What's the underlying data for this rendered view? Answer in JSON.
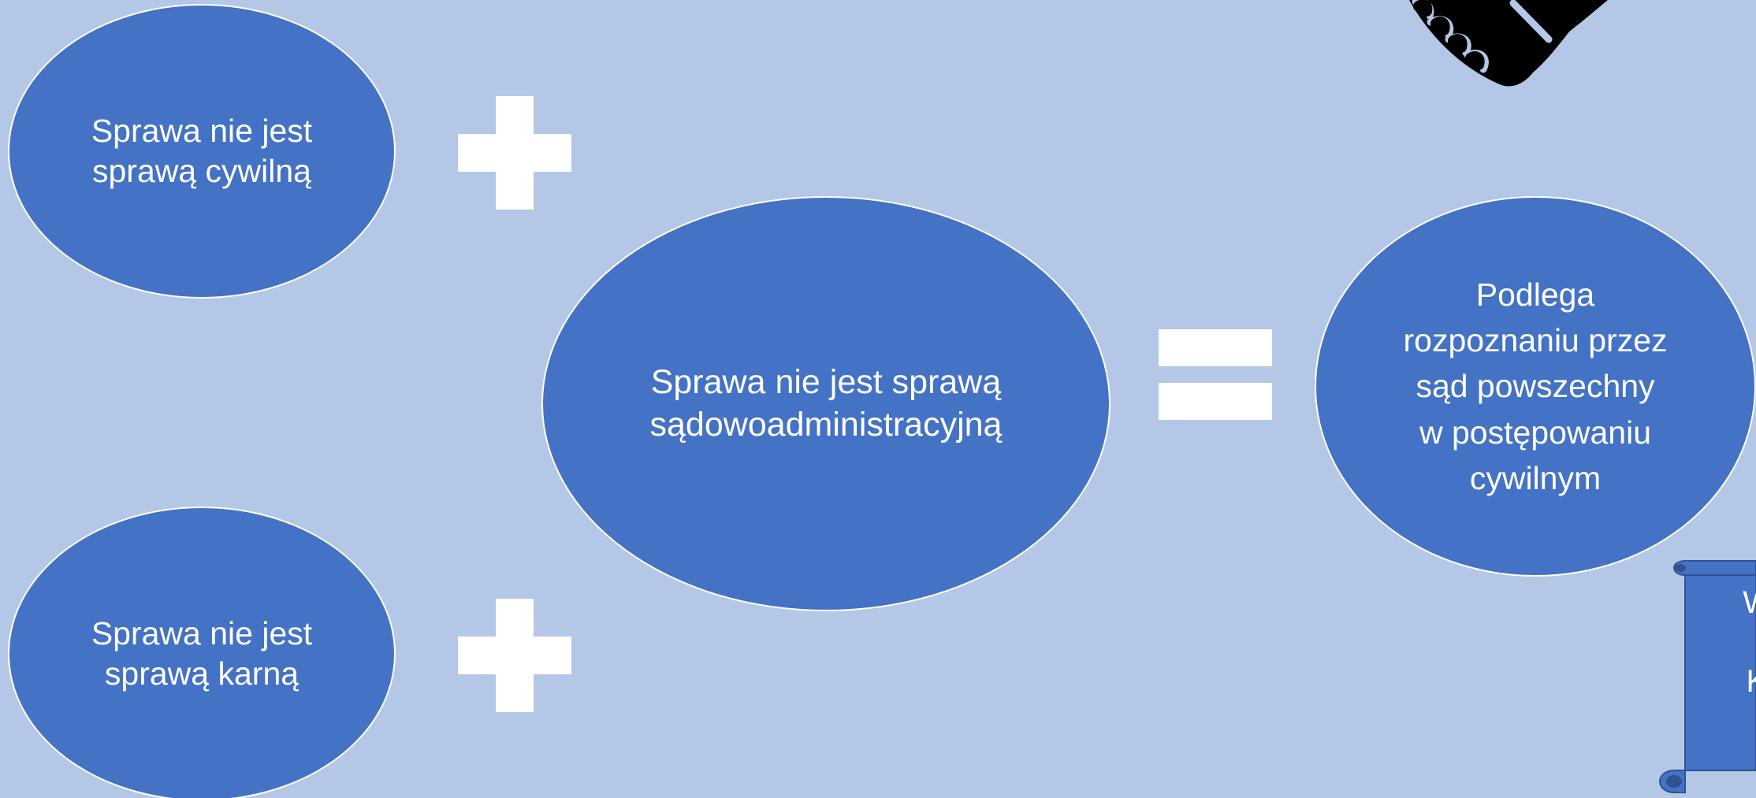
{
  "colors": {
    "background": "#b4c7e7",
    "ellipse_fill": "#4472c4",
    "ellipse_border": "#ffffff",
    "text": "#ffffff",
    "icon": "#000000"
  },
  "diagram": {
    "ellipse_civil": "Sprawa nie jest\nsprawą cywilną",
    "ellipse_criminal": "Sprawa nie jest\nsprawą karną",
    "ellipse_admin": "Sprawa nie jest sprawą\nsądowoadministracyjną",
    "ellipse_result": "Podlega\nrozpoznaniu przez\nsąd powszechny\nw postępowaniu\ncywilnym",
    "scroll_text": "Wy\na\nKo"
  },
  "icons": {
    "plus": "plus-icon",
    "equals": "equals-icon",
    "handshake": "handshake-icon",
    "scroll": "scroll-banner"
  }
}
